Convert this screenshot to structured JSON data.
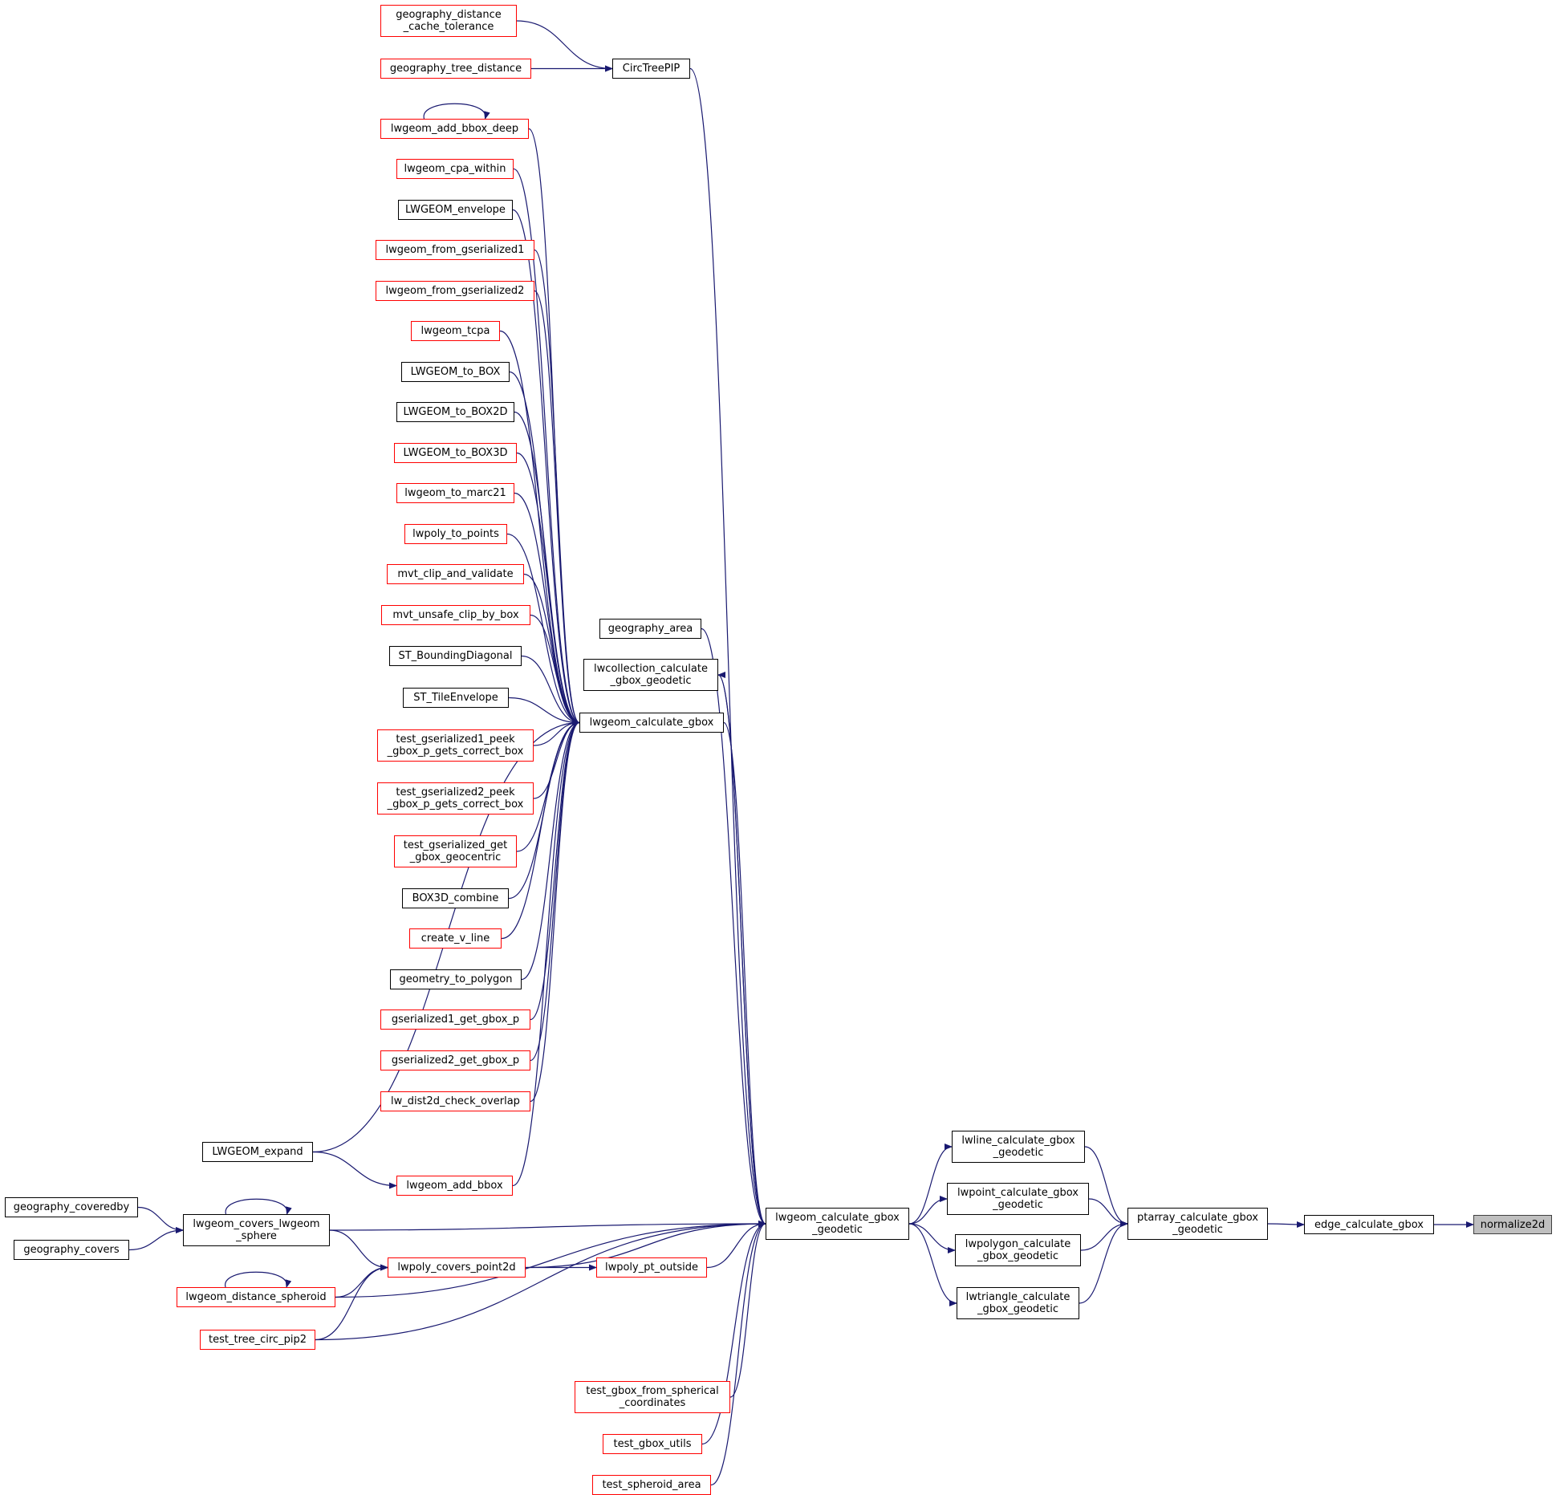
{
  "diagram": {
    "colors": {
      "edge": "#191970",
      "link_border": "#ff0000",
      "plain_border": "#000000",
      "focus_fill": "#bfbfbf"
    },
    "nodes": [
      {
        "id": "normalize2d",
        "label": "normalize2d",
        "style": "focus"
      },
      {
        "id": "edge_calculate_gbox",
        "label": "edge_calculate_gbox",
        "style": "black"
      },
      {
        "id": "ptarray_calculate_gbox_geodetic",
        "label": "ptarray_calculate_gbox\n_geodetic",
        "style": "black"
      },
      {
        "id": "lwline_calculate_gbox_geodetic",
        "label": "lwline_calculate_gbox\n_geodetic",
        "style": "black"
      },
      {
        "id": "lwpoint_calculate_gbox_geodetic",
        "label": "lwpoint_calculate_gbox\n_geodetic",
        "style": "black"
      },
      {
        "id": "lwpolygon_calculate_gbox_geodetic",
        "label": "lwpolygon_calculate\n_gbox_geodetic",
        "style": "black"
      },
      {
        "id": "lwtriangle_calculate_gbox_geodetic",
        "label": "lwtriangle_calculate\n_gbox_geodetic",
        "style": "black"
      },
      {
        "id": "lwgeom_calculate_gbox_geodetic",
        "label": "lwgeom_calculate_gbox\n_geodetic",
        "style": "black"
      },
      {
        "id": "lwgeom_calculate_gbox",
        "label": "lwgeom_calculate_gbox",
        "style": "black"
      },
      {
        "id": "lwcollection_calculate_gbox_geodetic",
        "label": "lwcollection_calculate\n_gbox_geodetic",
        "style": "black"
      },
      {
        "id": "geography_area",
        "label": "geography_area",
        "style": "black"
      },
      {
        "id": "CircTreePIP",
        "label": "CircTreePIP",
        "style": "black"
      },
      {
        "id": "geography_distance_cache_tolerance",
        "label": "geography_distance\n_cache_tolerance",
        "style": "red"
      },
      {
        "id": "geography_tree_distance",
        "label": "geography_tree_distance",
        "style": "red"
      },
      {
        "id": "lwgeom_add_bbox_deep",
        "label": "lwgeom_add_bbox_deep",
        "style": "red"
      },
      {
        "id": "lwgeom_cpa_within",
        "label": "lwgeom_cpa_within",
        "style": "red"
      },
      {
        "id": "LWGEOM_envelope",
        "label": "LWGEOM_envelope",
        "style": "black"
      },
      {
        "id": "lwgeom_from_gserialized1",
        "label": "lwgeom_from_gserialized1",
        "style": "red"
      },
      {
        "id": "lwgeom_from_gserialized2",
        "label": "lwgeom_from_gserialized2",
        "style": "red"
      },
      {
        "id": "lwgeom_tcpa",
        "label": "lwgeom_tcpa",
        "style": "red"
      },
      {
        "id": "LWGEOM_to_BOX",
        "label": "LWGEOM_to_BOX",
        "style": "black"
      },
      {
        "id": "LWGEOM_to_BOX2D",
        "label": "LWGEOM_to_BOX2D",
        "style": "black"
      },
      {
        "id": "LWGEOM_to_BOX3D",
        "label": "LWGEOM_to_BOX3D",
        "style": "red"
      },
      {
        "id": "lwgeom_to_marc21",
        "label": "lwgeom_to_marc21",
        "style": "red"
      },
      {
        "id": "lwpoly_to_points",
        "label": "lwpoly_to_points",
        "style": "red"
      },
      {
        "id": "mvt_clip_and_validate",
        "label": "mvt_clip_and_validate",
        "style": "red"
      },
      {
        "id": "mvt_unsafe_clip_by_box",
        "label": "mvt_unsafe_clip_by_box",
        "style": "red"
      },
      {
        "id": "ST_BoundingDiagonal",
        "label": "ST_BoundingDiagonal",
        "style": "black"
      },
      {
        "id": "ST_TileEnvelope",
        "label": "ST_TileEnvelope",
        "style": "black"
      },
      {
        "id": "test_gserialized1_peek",
        "label": "test_gserialized1_peek\n_gbox_p_gets_correct_box",
        "style": "red"
      },
      {
        "id": "test_gserialized2_peek",
        "label": "test_gserialized2_peek\n_gbox_p_gets_correct_box",
        "style": "red"
      },
      {
        "id": "test_gserialized_get_gbox_geocentric",
        "label": "test_gserialized_get\n_gbox_geocentric",
        "style": "red"
      },
      {
        "id": "BOX3D_combine",
        "label": "BOX3D_combine",
        "style": "black"
      },
      {
        "id": "create_v_line",
        "label": "create_v_line",
        "style": "red"
      },
      {
        "id": "geometry_to_polygon",
        "label": "geometry_to_polygon",
        "style": "black"
      },
      {
        "id": "gserialized1_get_gbox_p",
        "label": "gserialized1_get_gbox_p",
        "style": "red"
      },
      {
        "id": "gserialized2_get_gbox_p",
        "label": "gserialized2_get_gbox_p",
        "style": "red"
      },
      {
        "id": "lw_dist2d_check_overlap",
        "label": "lw_dist2d_check_overlap",
        "style": "red"
      },
      {
        "id": "LWGEOM_expand",
        "label": "LWGEOM_expand",
        "style": "black"
      },
      {
        "id": "lwgeom_add_bbox",
        "label": "lwgeom_add_bbox",
        "style": "red"
      },
      {
        "id": "lwgeom_covers_lwgeom_sphere",
        "label": "lwgeom_covers_lwgeom\n_sphere",
        "style": "black"
      },
      {
        "id": "geography_coveredby",
        "label": "geography_coveredby",
        "style": "black"
      },
      {
        "id": "geography_covers",
        "label": "geography_covers",
        "style": "black"
      },
      {
        "id": "lwpoly_covers_point2d",
        "label": "lwpoly_covers_point2d",
        "style": "red"
      },
      {
        "id": "lwpoly_pt_outside",
        "label": "lwpoly_pt_outside",
        "style": "red"
      },
      {
        "id": "lwgeom_distance_spheroid",
        "label": "lwgeom_distance_spheroid",
        "style": "red"
      },
      {
        "id": "test_tree_circ_pip2",
        "label": "test_tree_circ_pip2",
        "style": "red"
      },
      {
        "id": "test_gbox_from_spherical_coordinates",
        "label": "test_gbox_from_spherical\n_coordinates",
        "style": "red"
      },
      {
        "id": "test_gbox_utils",
        "label": "test_gbox_utils",
        "style": "red"
      },
      {
        "id": "test_spheroid_area",
        "label": "test_spheroid_area",
        "style": "red"
      }
    ]
  }
}
